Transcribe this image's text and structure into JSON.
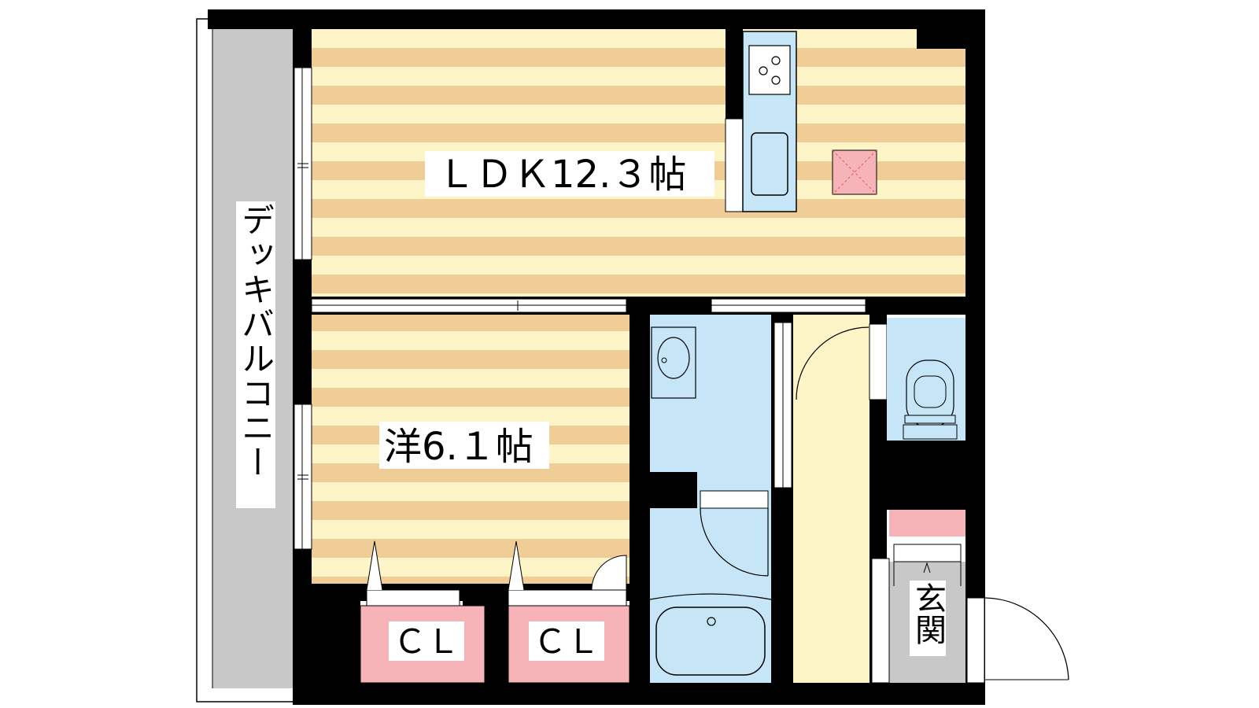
{
  "rooms": {
    "ldk": {
      "label": "ＬＤＫ12.３帖"
    },
    "western": {
      "label": "洋6.１帖"
    },
    "closet_left": {
      "label": "ＣＬ"
    },
    "closet_right": {
      "label": "ＣＬ"
    },
    "entrance": {
      "label": "玄関"
    },
    "balcony": {
      "label": "デッキバルコニー"
    }
  },
  "colors": {
    "floor_light": "#fdf5c8",
    "floor_stripe": "#f0cc96",
    "wet_area": "#c6e6f8",
    "closet": "#f6b3b8",
    "balcony": "#c8c8c8",
    "entrance_floor": "#c8c8c8",
    "hallway": "#fdf5c8",
    "wall": "#000000"
  },
  "icons": {
    "stove": "stove-icon",
    "sink": "kitchen-sink-icon",
    "washbasin": "washbasin-icon",
    "toilet": "toilet-icon",
    "bathtub": "bathtub-icon",
    "ventilation": "ventilation-icon"
  }
}
